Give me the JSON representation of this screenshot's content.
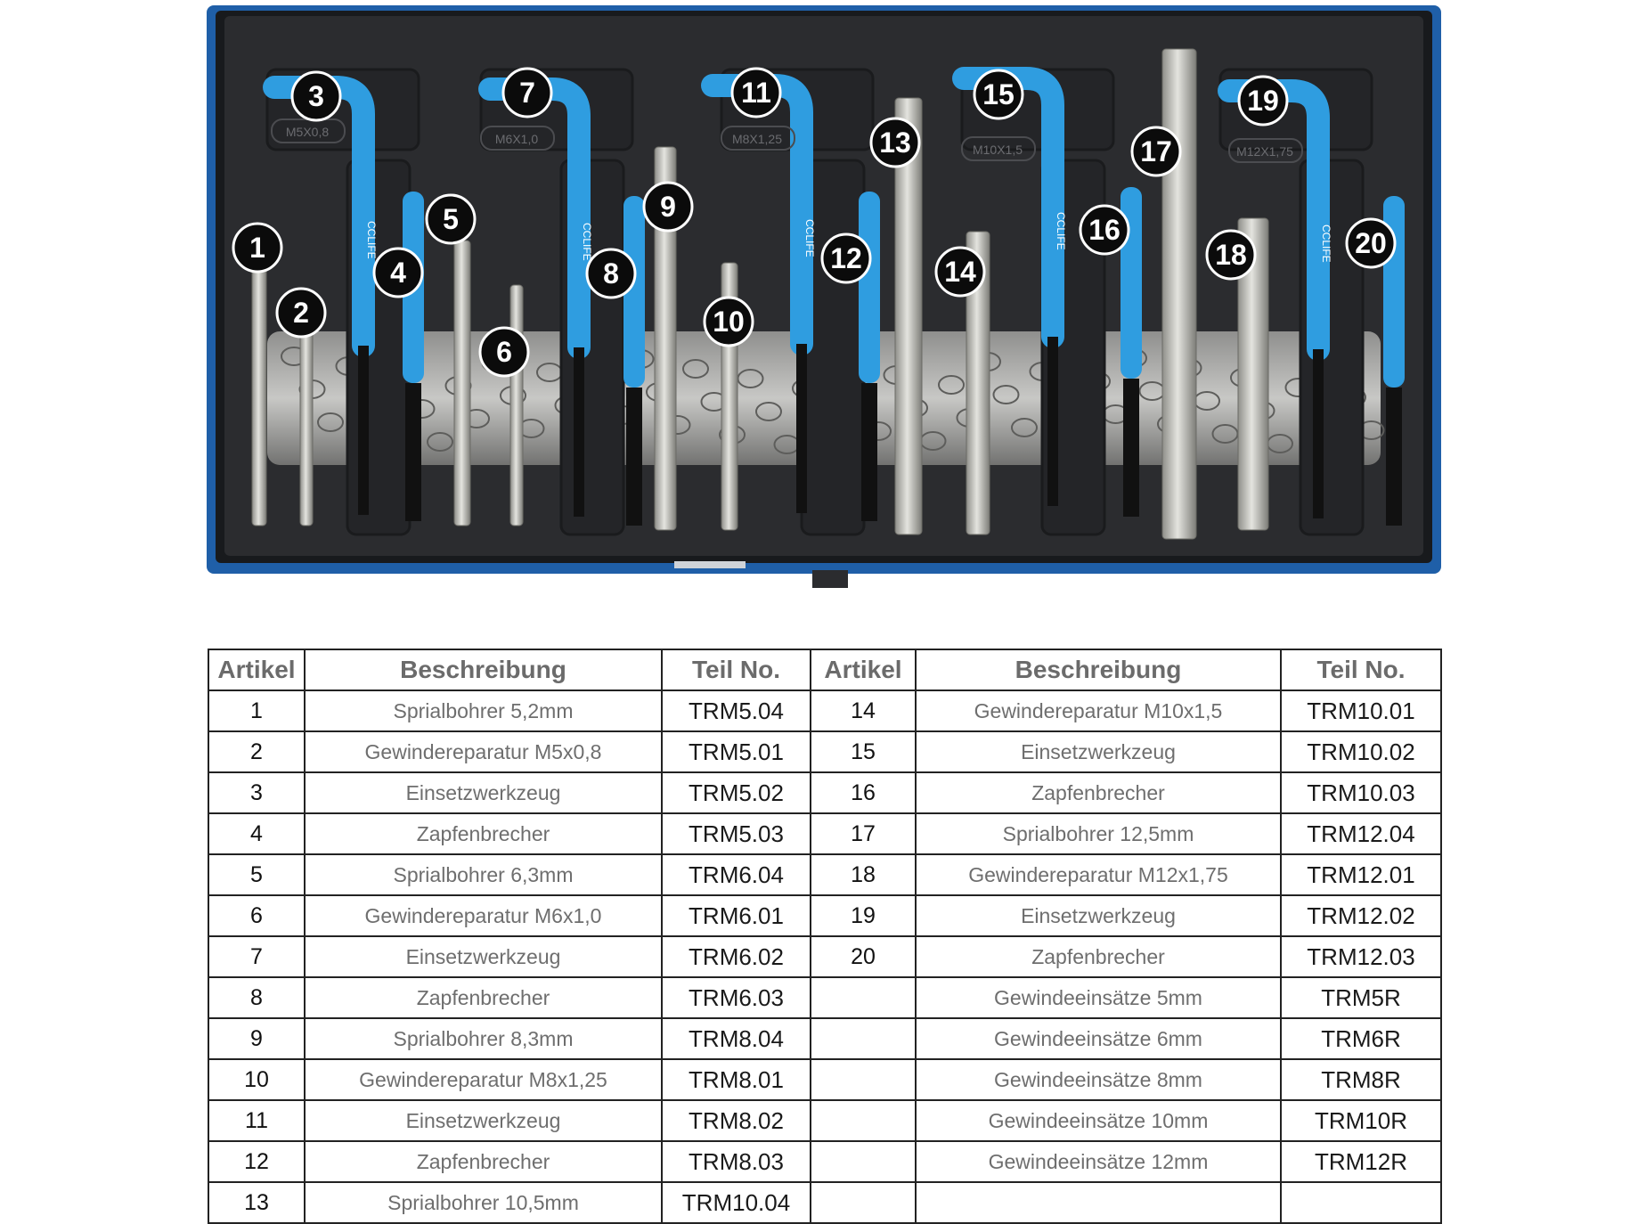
{
  "case": {
    "size_labels": [
      "M5X0,8",
      "M6X1,0",
      "M8X1,25",
      "M10X1,5",
      "M12X1,75"
    ],
    "brand_text": "CCLIFE",
    "callouts": [
      "1",
      "2",
      "3",
      "4",
      "5",
      "6",
      "7",
      "8",
      "9",
      "10",
      "11",
      "12",
      "13",
      "14",
      "15",
      "16",
      "17",
      "18",
      "19",
      "20"
    ],
    "colors": {
      "case_blue": "#1f5fa8",
      "foam": "#2a2b2e",
      "handle_blue": "#2f9de0",
      "metal": "#c9c9c4"
    }
  },
  "table": {
    "headers": [
      "Artikel",
      "Beschreibung",
      "Teil No.",
      "Artikel",
      "Beschreibung",
      "Teil No."
    ],
    "rows": [
      [
        "1",
        "Sprialbohrer 5,2mm",
        "TRM5.04",
        "14",
        "Gewindereparatur M10x1,5",
        "TRM10.01"
      ],
      [
        "2",
        "Gewindereparatur M5x0,8",
        "TRM5.01",
        "15",
        "Einsetzwerkzeug",
        "TRM10.02"
      ],
      [
        "3",
        "Einsetzwerkzeug",
        "TRM5.02",
        "16",
        "Zapfenbrecher",
        "TRM10.03"
      ],
      [
        "4",
        "Zapfenbrecher",
        "TRM5.03",
        "17",
        "Sprialbohrer 12,5mm",
        "TRM12.04"
      ],
      [
        "5",
        "Sprialbohrer 6,3mm",
        "TRM6.04",
        "18",
        "Gewindereparatur M12x1,75",
        "TRM12.01"
      ],
      [
        "6",
        "Gewindereparatur M6x1,0",
        "TRM6.01",
        "19",
        "Einsetzwerkzeug",
        "TRM12.02"
      ],
      [
        "7",
        "Einsetzwerkzeug",
        "TRM6.02",
        "20",
        "Zapfenbrecher",
        "TRM12.03"
      ],
      [
        "8",
        "Zapfenbrecher",
        "TRM6.03",
        "",
        "Gewindeeinsätze  5mm",
        "TRM5R"
      ],
      [
        "9",
        "Sprialbohrer 8,3mm",
        "TRM8.04",
        "",
        "Gewindeeinsätze  6mm",
        "TRM6R"
      ],
      [
        "10",
        "Gewindereparatur M8x1,25",
        "TRM8.01",
        "",
        "Gewindeeinsätze  8mm",
        "TRM8R"
      ],
      [
        "11",
        "Einsetzwerkzeug",
        "TRM8.02",
        "",
        "Gewindeeinsätze  10mm",
        "TRM10R"
      ],
      [
        "12",
        "Zapfenbrecher",
        "TRM8.03",
        "",
        "Gewindeeinsätze  12mm",
        "TRM12R"
      ],
      [
        "13",
        "Sprialbohrer 10,5mm",
        "TRM10.04",
        "",
        "",
        ""
      ]
    ]
  }
}
